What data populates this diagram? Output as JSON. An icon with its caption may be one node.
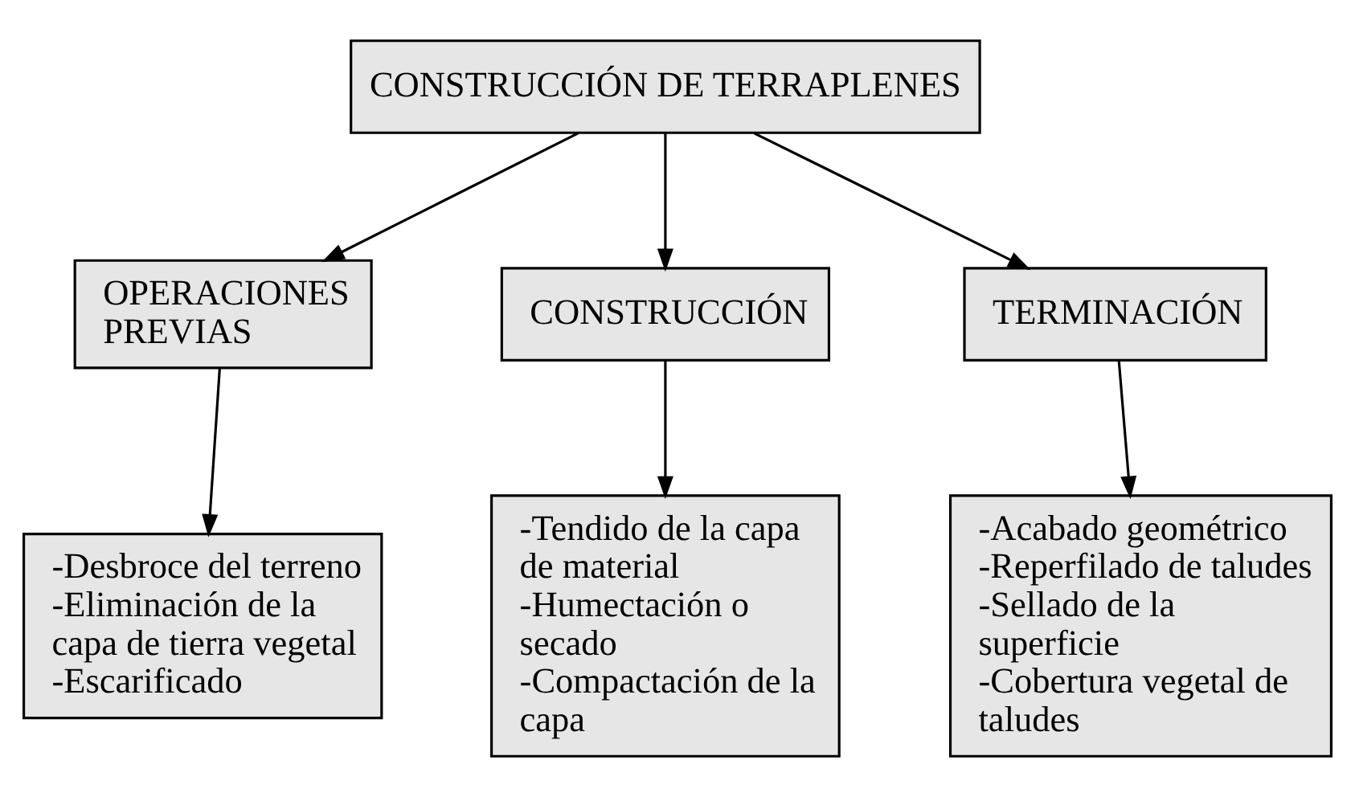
{
  "diagram": {
    "nodes": [
      {
        "text": [
          "CONSTRUCCIÓN DE TERRAPLENES"
        ]
      },
      {
        "text": [
          "OPERACIONES PREVIAS"
        ]
      },
      {
        "text": [
          "CONSTRUCCIÓN"
        ]
      },
      {
        "text": [
          "TERMINACIÓN"
        ]
      },
      {
        "text": [
          "-Desbroce del terreno",
          "-Eliminación de la capa de tierra vegetal",
          "-Escarificado"
        ]
      },
      {
        "text": [
          "-Tendido de la capa de material",
          "-Humectación o secado",
          "-Compactación de la capa"
        ]
      },
      {
        "text": [
          "-Acabado geométrico",
          "-Reperfilado de taludes",
          "-Sellado de la superficie",
          "-Cobertura vegetal de taludes"
        ]
      }
    ],
    "edges": [
      {
        "from": 0,
        "to": 1,
        "arrow": "to"
      },
      {
        "from": 0,
        "to": 2,
        "arrow": "to"
      },
      {
        "from": 0,
        "to": 3,
        "arrow": "to"
      },
      {
        "from": 1,
        "to": 4,
        "arrow": "to"
      },
      {
        "from": 2,
        "to": 5,
        "arrow": "to"
      },
      {
        "from": 3,
        "to": 6,
        "arrow": "to"
      }
    ]
  }
}
